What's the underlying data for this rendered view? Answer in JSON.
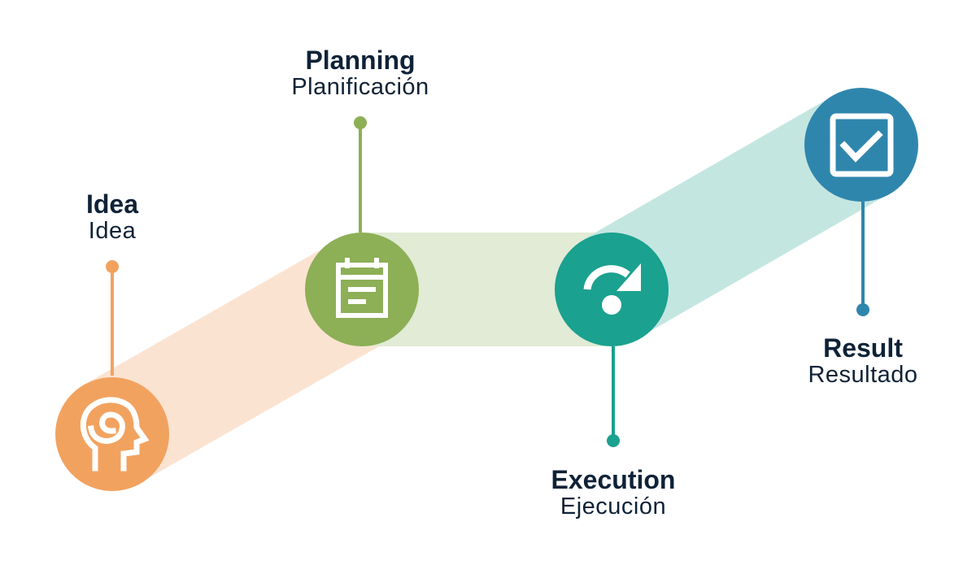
{
  "steps": [
    {
      "id": "idea",
      "title": "Idea",
      "subtitle": "Idea",
      "icon": "head-spiral-icon",
      "color": "#f2a25f"
    },
    {
      "id": "planning",
      "title": "Planning",
      "subtitle": "Planificación",
      "icon": "calendar-icon",
      "color": "#8daf56"
    },
    {
      "id": "execution",
      "title": "Execution",
      "subtitle": "Ejecución",
      "icon": "redo-arrow-icon",
      "color": "#1aa18f"
    },
    {
      "id": "result",
      "title": "Result",
      "subtitle": "Resultado",
      "icon": "checkbox-icon",
      "color": "#2f86ad"
    }
  ],
  "band_colors": [
    "#fbe3d2",
    "#e1ebd5",
    "#c4e6e1"
  ],
  "text_color": "#0f2237"
}
